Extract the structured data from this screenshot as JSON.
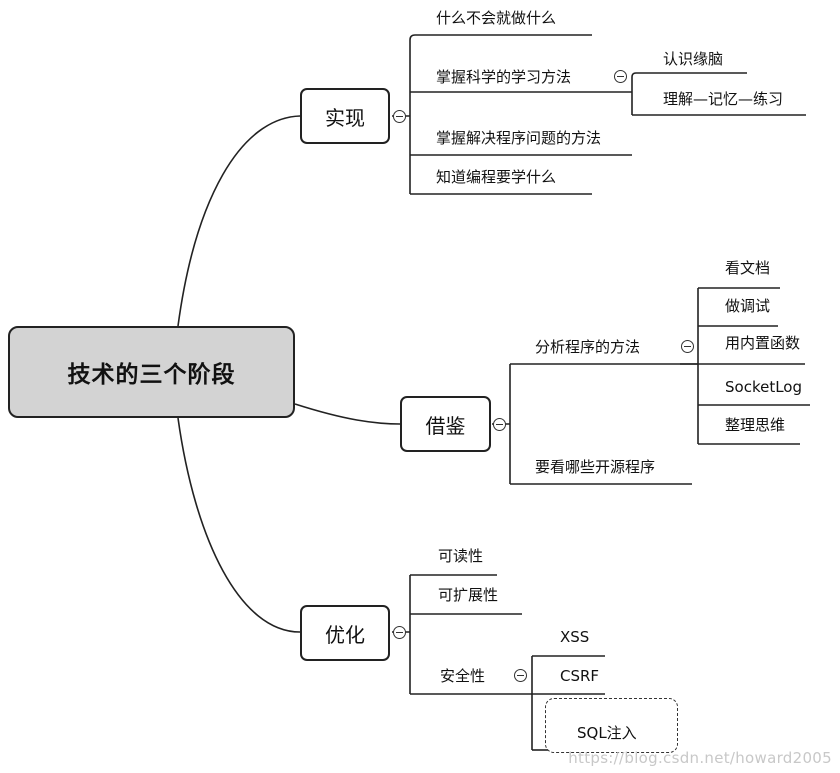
{
  "root": {
    "label": "技术的三个阶段"
  },
  "branches": {
    "implement": {
      "label": "实现",
      "items": [
        "什么不会就做什么",
        "掌握科学的学习方法",
        "掌握解决程序问题的方法",
        "知道编程要学什么"
      ],
      "sub_items": [
        "认识缘脑",
        "理解—记忆—练习"
      ]
    },
    "reference": {
      "label": "借鉴",
      "items": [
        "分析程序的方法",
        "要看哪些开源程序"
      ],
      "sub_items": [
        "看文档",
        "做调试",
        "用内置函数",
        "SocketLog",
        "整理思维"
      ]
    },
    "optimize": {
      "label": "优化",
      "items": [
        "可读性",
        "可扩展性",
        "安全性"
      ],
      "sub_items": [
        "XSS",
        "CSRF",
        "SQL注入"
      ]
    }
  },
  "watermark": "https://blog.csdn.net/howard2005"
}
